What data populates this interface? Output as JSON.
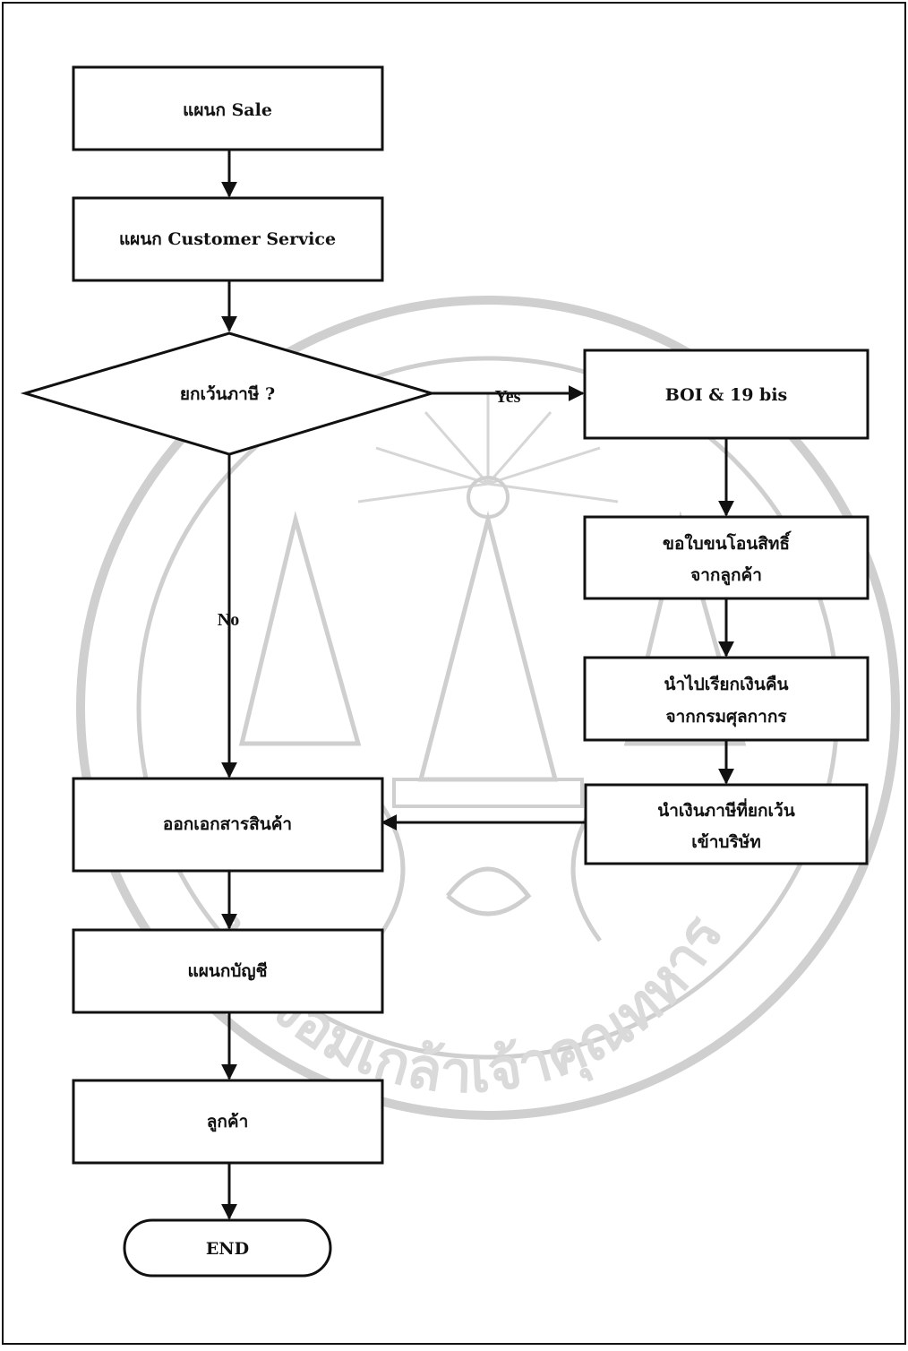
{
  "flowchart": {
    "nodes": {
      "sale": "แผนก Sale",
      "customer_service": "แผนก Customer Service",
      "decision": "ยกเว้นภาษี ?",
      "boi": "BOI & 19 bis",
      "transfer_rights": [
        "ขอใบขนโอนสิทธิ์",
        "จากลูกค้า"
      ],
      "refund": [
        "นำไปเรียกเงินคืน",
        "จากกรมศุลกากร"
      ],
      "deposit": [
        "นำเงินภาษีที่ยกเว้น",
        "เข้าบริษัท"
      ],
      "issue_docs": "ออกเอกสารสินค้า",
      "accounting": "แผนกบัญชี",
      "customer": "ลูกค้า",
      "end": "END"
    },
    "edge_labels": {
      "yes": "Yes",
      "no": "No"
    },
    "watermark": {
      "seal_text": "พระจอมเกล้าเจ้าคุณทหาร",
      "color": "#cfcfcf"
    }
  }
}
